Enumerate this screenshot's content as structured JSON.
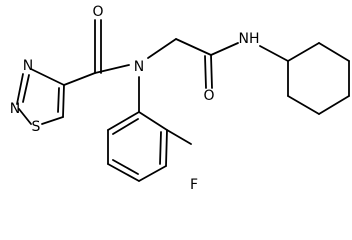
{
  "molecule": {
    "atoms": {
      "n1": "N",
      "n2": "N",
      "s": "S",
      "o_amide": "O",
      "n_amide": "N",
      "o_acetamide": "O",
      "nh": "NH",
      "f": "F"
    },
    "colors": {
      "bond": "#000000",
      "label": "#000000",
      "background": "#ffffff"
    }
  }
}
